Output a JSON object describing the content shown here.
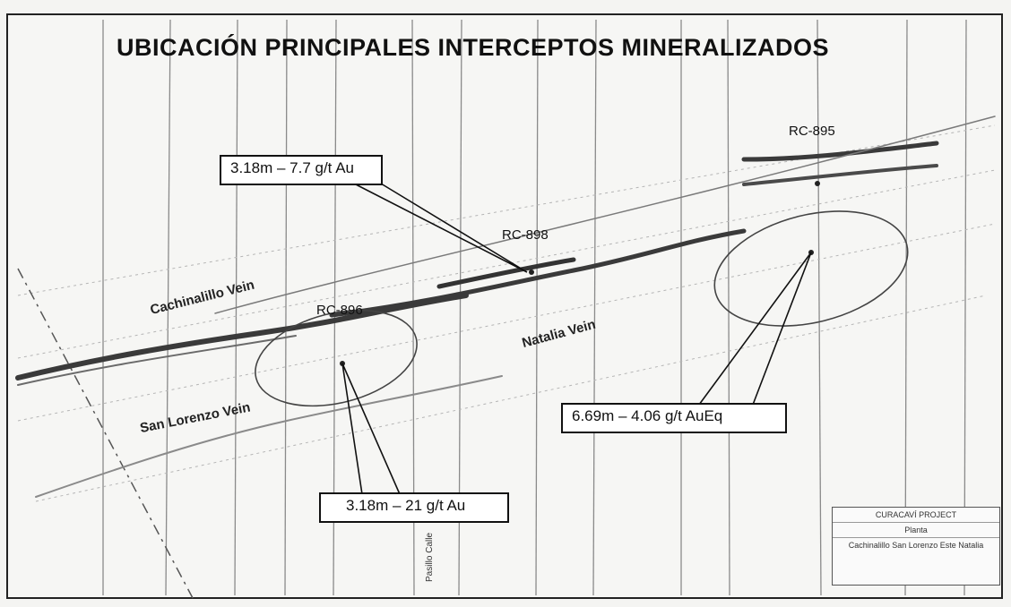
{
  "title": "UBICACIÓN PRINCIPALES INTERCEPTOS  MINERALIZADOS",
  "callouts": {
    "top_left": "3.18m – 7.7 g/t Au",
    "bottom_left": "3.18m – 21  g/t Au",
    "right": "6.69m – 4.06 g/t AuEq"
  },
  "drillholes": {
    "rc_top_right": "RC-895",
    "rc_center": "RC-898",
    "rc_left": "RC-896"
  },
  "veins": {
    "cachinalillo": "Cachinalillo Vein",
    "natalia": "Natalia Vein",
    "san_lorenzo": "San Lorenzo Vein"
  },
  "road_label": "Pasillo Calle",
  "legend": {
    "project": "CURACAVÍ PROJECT",
    "plan": "Planta",
    "subtitle": "Cachinalillo San Lorenzo Este Natalia"
  },
  "colors": {
    "vein": "#3a3a3a",
    "grid": "#9a9a9a",
    "outline": "#111111"
  }
}
